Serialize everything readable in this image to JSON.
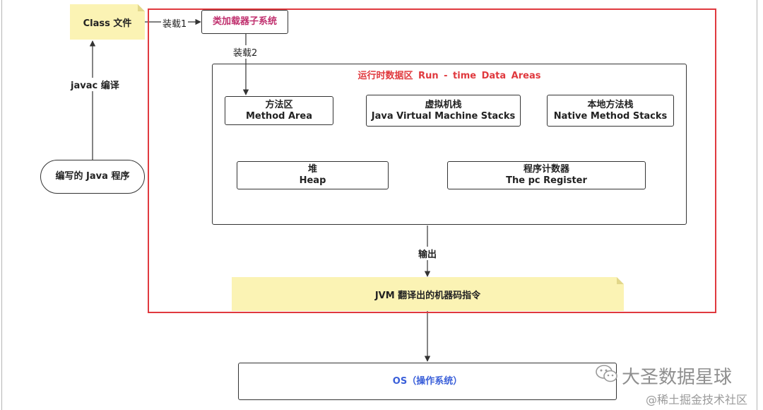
{
  "notes": {
    "class_file": "Class 文件",
    "machine_code": "JVM 翻译出的机器码指令"
  },
  "source_box": "编写的 Java 程序",
  "class_loader": "类加载器子系统",
  "runtime_area_title": "运行时数据区  Run - time Data  Areas",
  "areas": {
    "method_area": {
      "zh": "方法区",
      "en": "Method Area"
    },
    "vm_stacks": {
      "zh": "虚拟机栈",
      "en": "Java Virtual Machine Stacks"
    },
    "native_stacks": {
      "zh": "本地方法栈",
      "en": "Native Method Stacks"
    },
    "heap": {
      "zh": "堆",
      "en": "Heap"
    },
    "pc_register": {
      "zh": "程序计数器",
      "en": "The pc Register"
    }
  },
  "edge_labels": {
    "javac": "javac 编译",
    "load1": "装载1",
    "load2": "装载2",
    "output": "输出"
  },
  "os_box": "OS（操作系统）",
  "watermark": {
    "brand": "大圣数据星球",
    "site": "@稀土掘金技术社区"
  },
  "colors": {
    "jvm_border": "#e0393e",
    "class_loader_text": "#c0306e",
    "os_text": "#3a5fd9",
    "note_bg": "#fbf3b4"
  }
}
